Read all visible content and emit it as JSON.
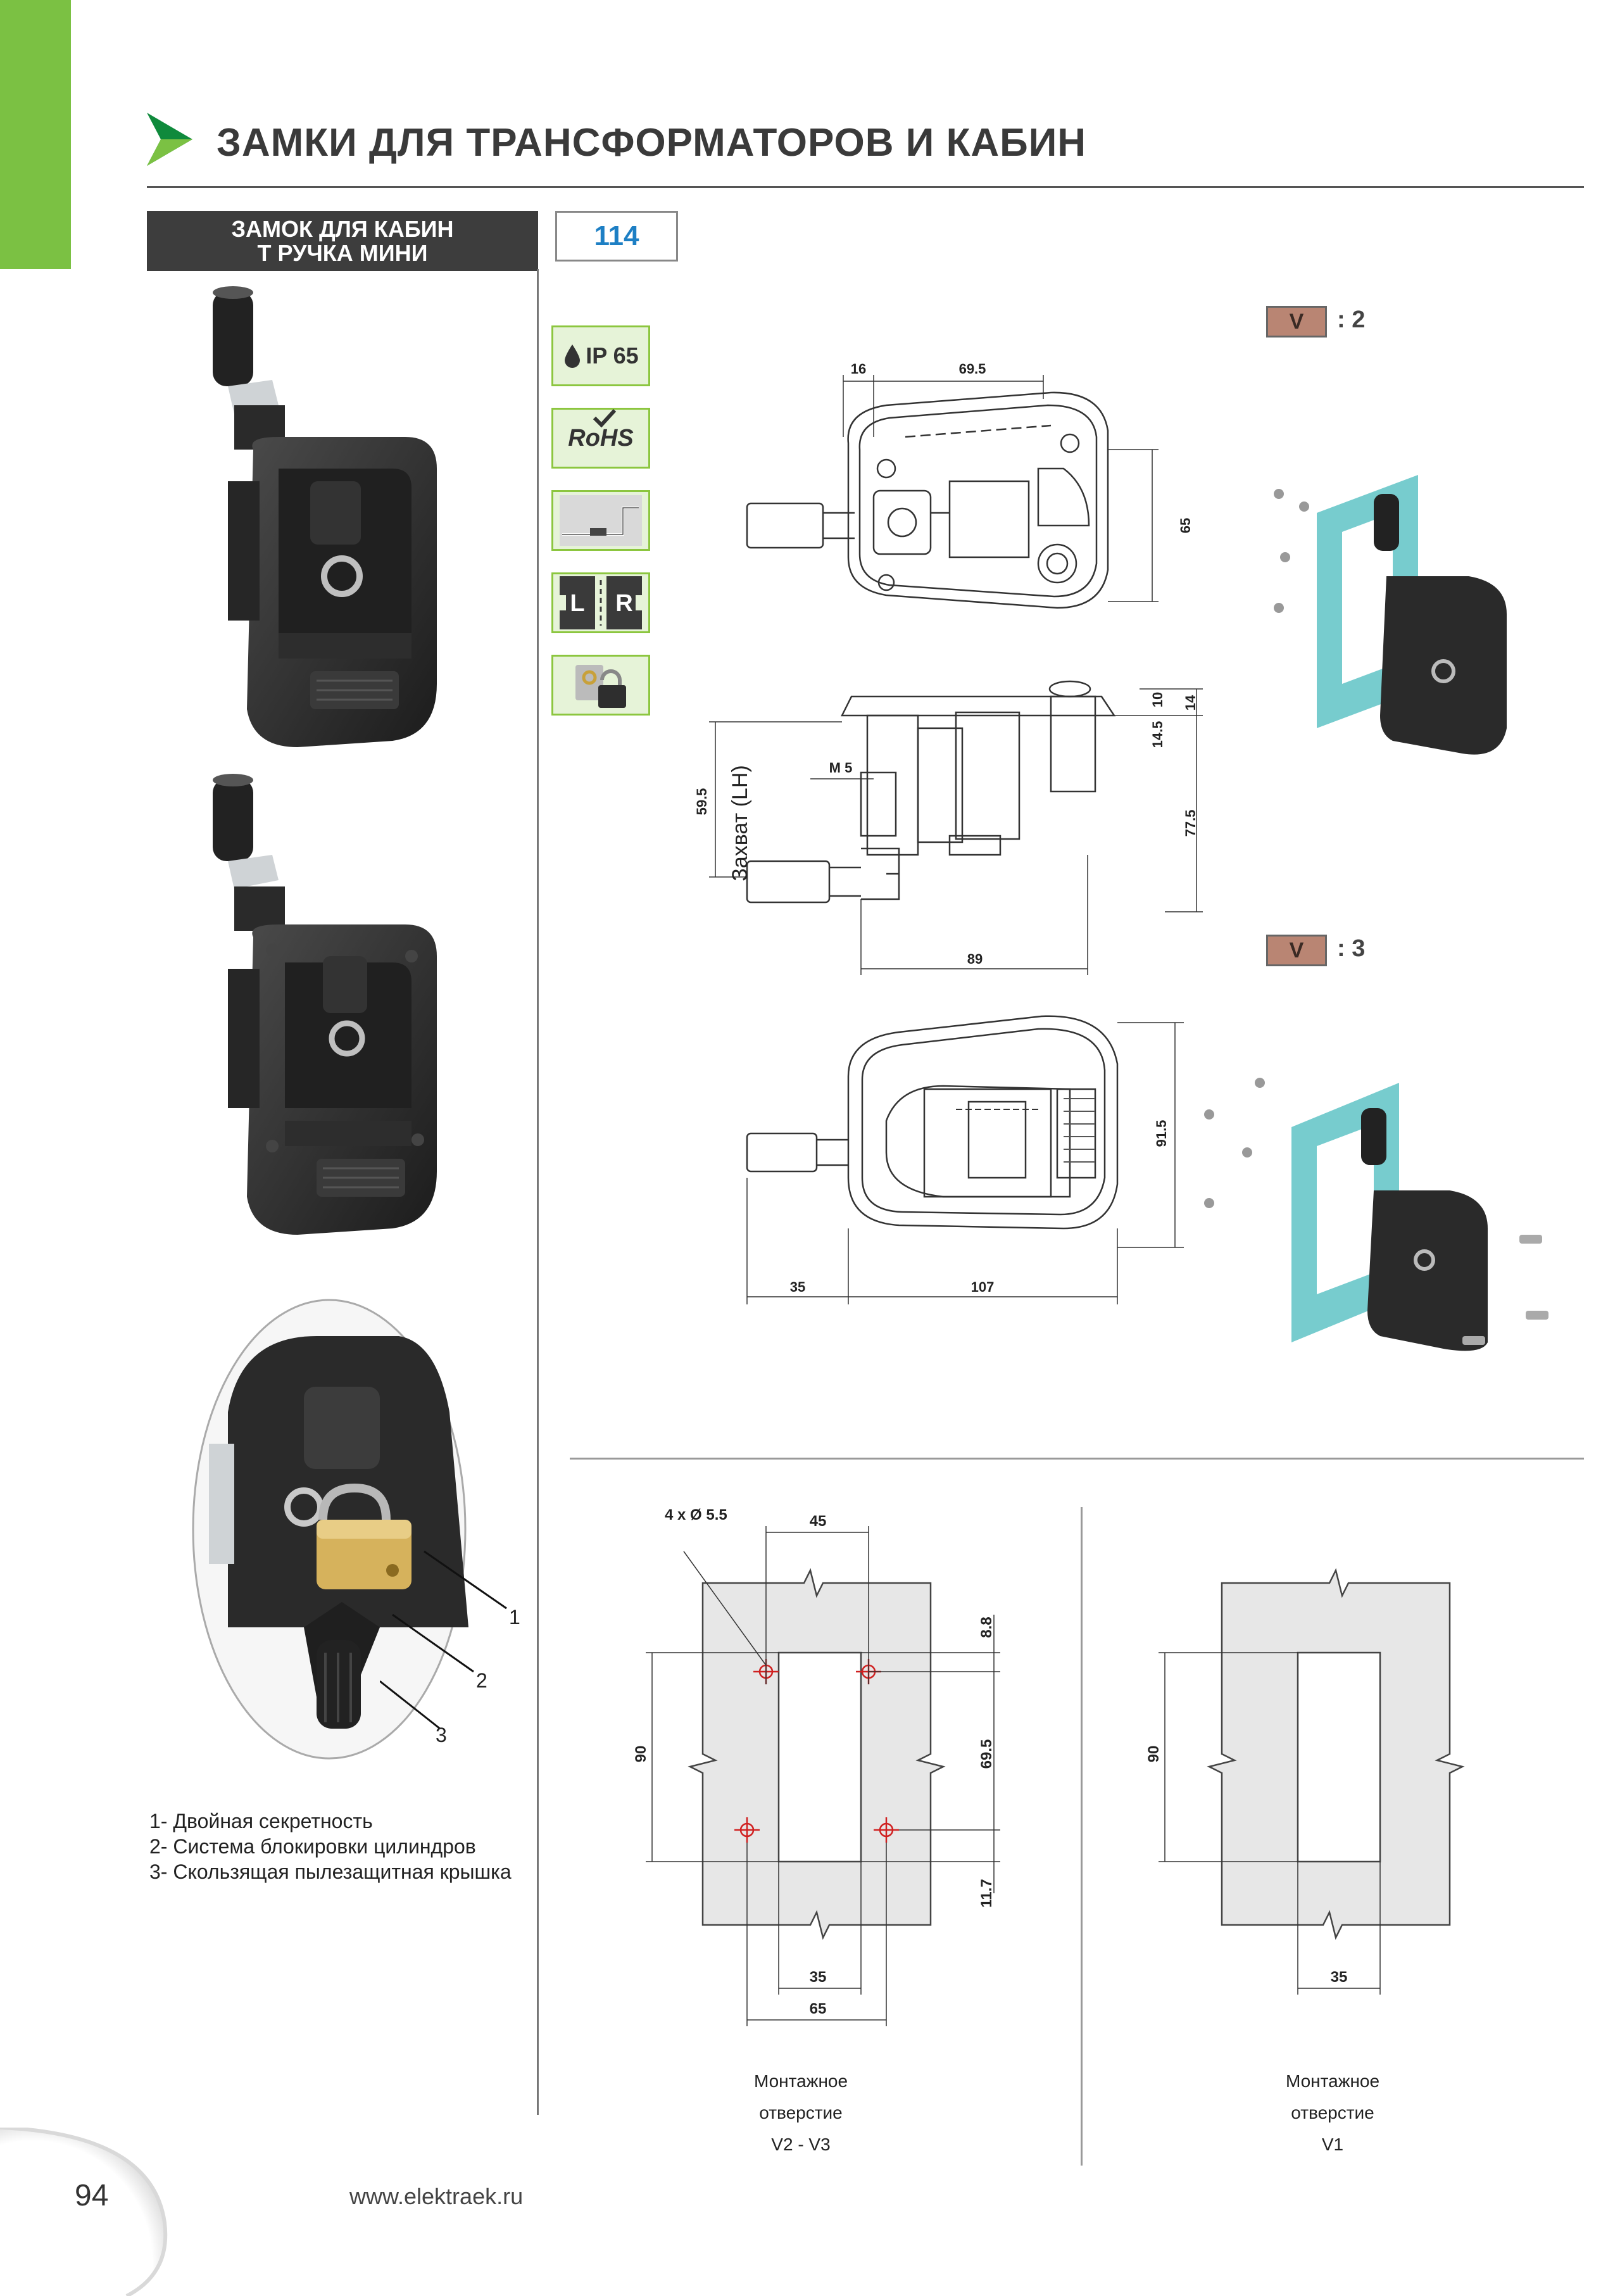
{
  "colors": {
    "brand_green": "#7bc143",
    "code_blue": "#1d7fc4",
    "plate_cyan": "#5fc3c6",
    "hole_red": "#d02020"
  },
  "header": {
    "title": "ЗАМКИ ДЛЯ ТРАНСФОРМАТОРОВ И КАБИН",
    "icon": "green-triangle-arrow-icon"
  },
  "product": {
    "name_line1": "ЗАМОК ДЛЯ КАБИН",
    "name_line2": "Т РУЧКА  МИНИ",
    "code": "114"
  },
  "features": [
    {
      "label": "IP 65",
      "icon": "water-drop-icon"
    },
    {
      "label": "RoHS",
      "icon": "rohs-check-icon"
    },
    {
      "label": "",
      "icon": "panel-mount-icon"
    },
    {
      "left": "L",
      "right": "R",
      "icon": "left-right-hand-icon"
    },
    {
      "label": "",
      "icon": "padlock-icon"
    }
  ],
  "views": [
    {
      "badge": "V",
      "scale": ": 2"
    },
    {
      "badge": "V",
      "scale": ": 3"
    }
  ],
  "dimensions": {
    "top": {
      "d16": "16",
      "d69_5": "69.5",
      "d65": "65"
    },
    "side": {
      "d59_5": "59.5",
      "capture": "Захват (LH)",
      "m5": "M 5",
      "d14_5": "14.5",
      "d10": "10",
      "d14": "14",
      "d77_5": "77.5",
      "d89": "89"
    },
    "front": {
      "d91_5": "91.5",
      "d35": "35",
      "d107": "107"
    },
    "cutout_v2v3": {
      "holes": "4 x Ø 5.5",
      "d45": "45",
      "d8_8": "8.8",
      "d90": "90",
      "d69_5": "69.5",
      "d11_7": "11.7",
      "d35": "35",
      "d65": "65"
    },
    "cutout_v1": {
      "d90": "90",
      "d35": "35"
    }
  },
  "callouts": [
    "1",
    "2",
    "3"
  ],
  "legend": [
    "1- Двойная секретность",
    "2- Система блокировки цилиндров",
    "3- Скользящая пылезащитная крышка"
  ],
  "captions": {
    "v2v3": [
      "Монтажное",
      "отверстие",
      "V2 - V3"
    ],
    "v1": [
      "Монтажное",
      "отверстие",
      "V1"
    ]
  },
  "footer": {
    "page_number": "94",
    "website": "www.elektraek.ru"
  }
}
